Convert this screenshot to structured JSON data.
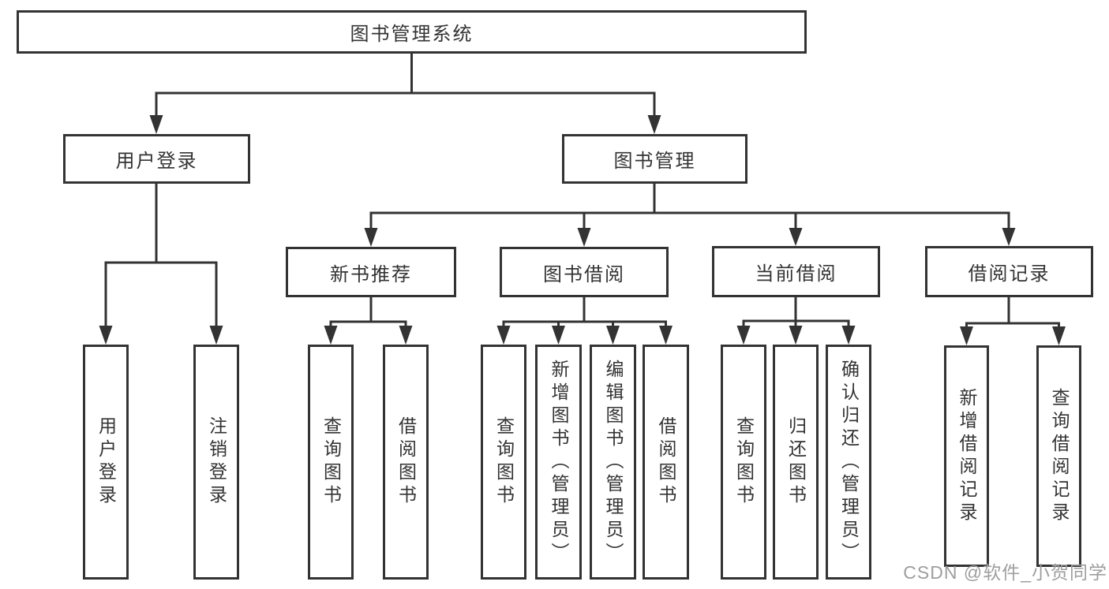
{
  "colors": {
    "line": "#333333",
    "text": "#333333",
    "watermark": "#9e9e9e",
    "background": "#ffffff"
  },
  "watermark": {
    "text": "CSDN @软件_小贺同学"
  },
  "tree": {
    "label": "图书管理系统",
    "children": [
      {
        "label": "用户登录",
        "children": [
          {
            "label": "用户登录"
          },
          {
            "label": "注销登录"
          }
        ]
      },
      {
        "label": "图书管理",
        "children": [
          {
            "label": "新书推荐",
            "children": [
              {
                "label": "查询图书"
              },
              {
                "label": "借阅图书"
              }
            ]
          },
          {
            "label": "图书借阅",
            "children": [
              {
                "label": "查询图书"
              },
              {
                "label": "新增图书（管理员）"
              },
              {
                "label": "编辑图书（管理员）"
              },
              {
                "label": "借阅图书"
              }
            ]
          },
          {
            "label": "当前借阅",
            "children": [
              {
                "label": "查询图书"
              },
              {
                "label": "归还图书"
              },
              {
                "label": "确认归还（管理员）"
              }
            ]
          },
          {
            "label": "借阅记录",
            "children": [
              {
                "label": "新增借阅记录"
              },
              {
                "label": "查询借阅记录"
              }
            ]
          }
        ]
      }
    ]
  }
}
